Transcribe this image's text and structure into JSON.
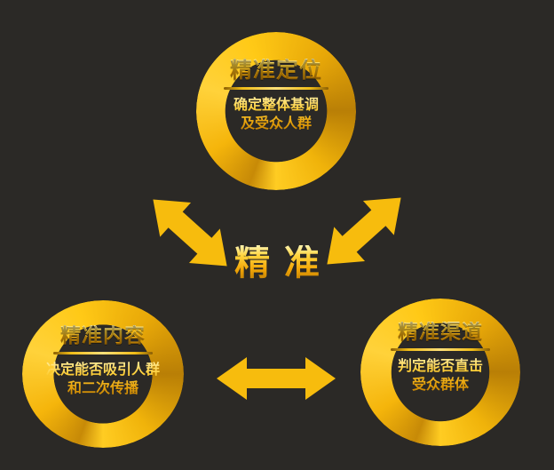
{
  "diagram": {
    "center_label": "精准",
    "background_color": "#2b2926",
    "accent_color": "#f7bc0d",
    "nodes": [
      {
        "id": "node-top",
        "position": "top",
        "title": "精准定位",
        "subtitle_lines": [
          "确定整体基调",
          "及受众人群"
        ]
      },
      {
        "id": "node-left",
        "position": "bottom-left",
        "title": "精准内容",
        "subtitle_lines": [
          "决定能否吸引人群",
          "和二次传播"
        ]
      },
      {
        "id": "node-right",
        "position": "bottom-right",
        "title": "精准渠道",
        "subtitle_lines": [
          "判定能否直击",
          "受众群体"
        ]
      }
    ],
    "connectors": [
      {
        "id": "arrow-left-diag",
        "from": "node-left",
        "to": "node-top",
        "style": "double-headed",
        "orientation": "diagonal-up-right"
      },
      {
        "id": "arrow-right-diag",
        "from": "node-right",
        "to": "node-top",
        "style": "double-headed",
        "orientation": "diagonal-up-left"
      },
      {
        "id": "arrow-bottom",
        "from": "node-left",
        "to": "node-right",
        "style": "double-headed",
        "orientation": "horizontal"
      }
    ]
  }
}
